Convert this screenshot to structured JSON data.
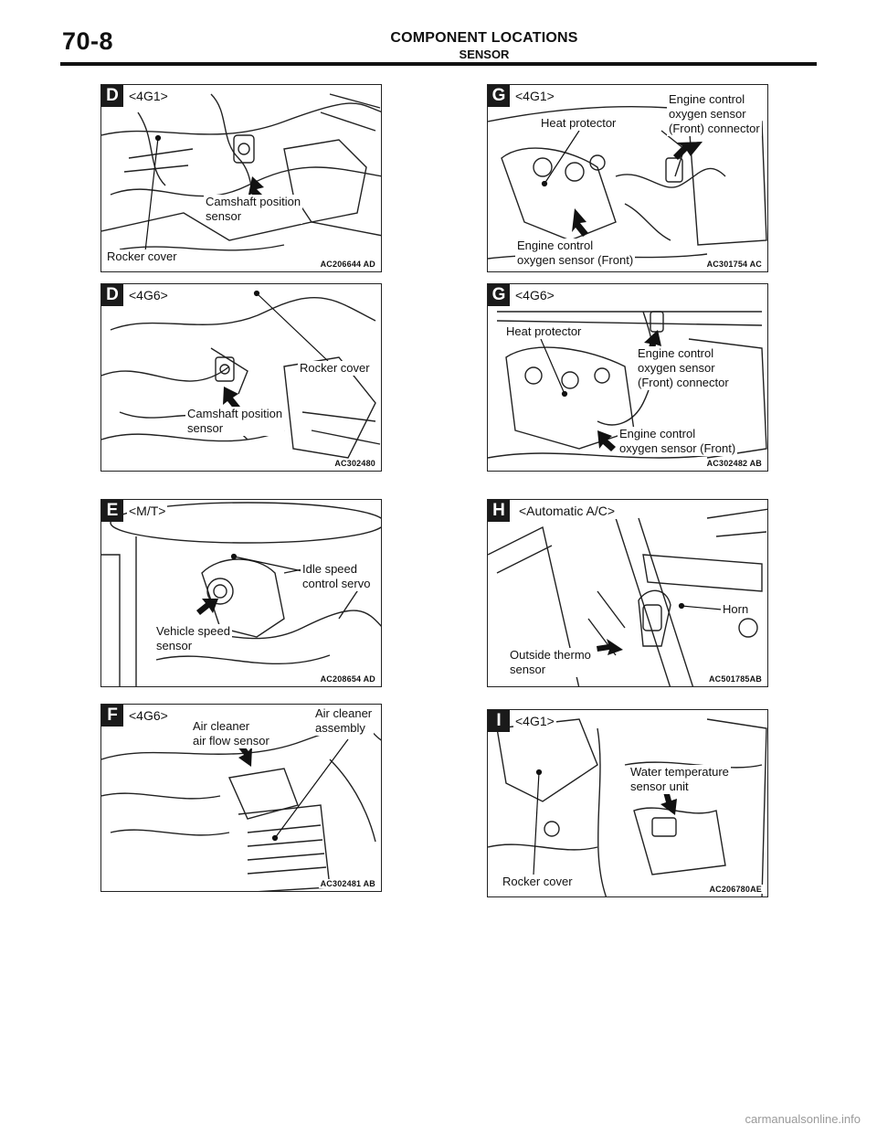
{
  "header": {
    "page_number": "70-8",
    "section_title": "COMPONENT LOCATIONS",
    "subsection_title": "SENSOR"
  },
  "panels": [
    {
      "letter": "D",
      "variant": "<4G1>",
      "labels": [
        "Camshaft position\nsensor",
        "Rocker cover"
      ],
      "code": "AC206644 AD"
    },
    {
      "letter": "G",
      "variant": "<4G1>",
      "labels": [
        "Heat protector",
        "Engine control\noxygen sensor\n(Front) connector",
        "Engine control\noxygen sensor (Front)"
      ],
      "code": "AC301754 AC"
    },
    {
      "letter": "D",
      "variant": "<4G6>",
      "labels": [
        "Rocker cover",
        "Camshaft position\nsensor"
      ],
      "code": "AC302480"
    },
    {
      "letter": "G",
      "variant": "<4G6>",
      "labels": [
        "Heat protector",
        "Engine control\noxygen sensor\n(Front) connector",
        "Engine control\noxygen sensor (Front)"
      ],
      "code": "AC302482 AB"
    },
    {
      "letter": "E",
      "variant": "<M/T>",
      "labels": [
        "Idle speed\ncontrol servo",
        "Vehicle speed\nsensor"
      ],
      "code": "AC208654 AD"
    },
    {
      "letter": "H",
      "variant": "<Automatic A/C>",
      "labels": [
        "Horn",
        "Outside thermo\nsensor"
      ],
      "code": "AC501785AB"
    },
    {
      "letter": "F",
      "variant": "<4G6>",
      "labels": [
        "Air cleaner\nair flow sensor",
        "Air cleaner\nassembly"
      ],
      "code": "AC302481 AB"
    },
    {
      "letter": "I",
      "variant": "<4G1>",
      "labels": [
        "Water temperature\nsensor unit",
        "Rocker cover"
      ],
      "code": "AC206780AE"
    }
  ],
  "footer": {
    "watermark": "carmanualsonline.info"
  }
}
